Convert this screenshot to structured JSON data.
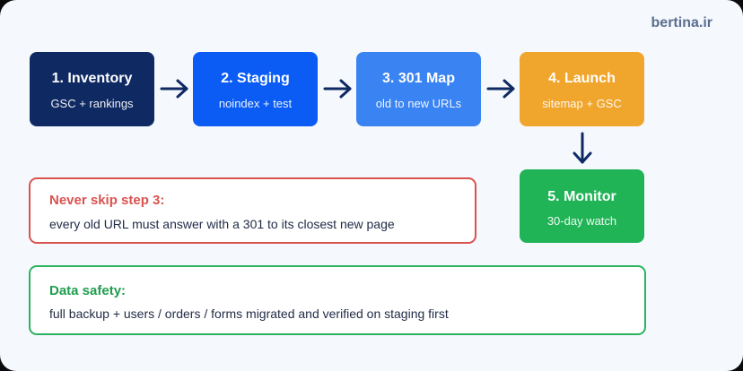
{
  "brand": "bertina.ir",
  "steps": [
    {
      "title": "1. Inventory",
      "subtitle": "GSC + rankings",
      "color": "#0f2a63"
    },
    {
      "title": "2. Staging",
      "subtitle": "noindex + test",
      "color": "#0a5cf5"
    },
    {
      "title": "3. 301 Map",
      "subtitle": "old to new URLs",
      "color": "#3a83f3"
    },
    {
      "title": "4. Launch",
      "subtitle": "sitemap + GSC",
      "color": "#f0a52c"
    },
    {
      "title": "5. Monitor",
      "subtitle": "30-day watch",
      "color": "#20b457"
    }
  ],
  "warning": {
    "heading": "Never skip step 3:",
    "body": "every old URL must answer with a 301 to its closest new page",
    "color": "#d9534f"
  },
  "safety": {
    "heading": "Data safety:",
    "body": "full backup + users / orders / forms migrated and verified on staging first",
    "color": "#2bb35f"
  },
  "arrow_color": "#0f2a63"
}
